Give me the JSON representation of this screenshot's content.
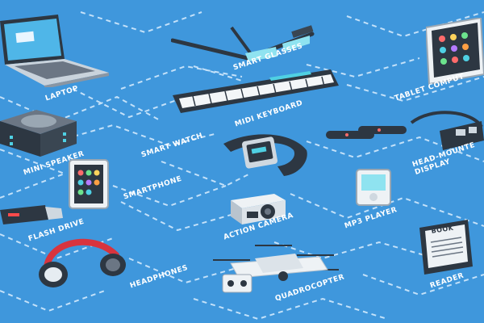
{
  "labels": {
    "laptop": "LAPTOP",
    "smart_glasses": "SMART GLASSES",
    "tablet_computer": "TABLET COMPUT",
    "midi_keyboard": "MIDI KEYBOARD",
    "mini_speaker": "MINI SPEAKER",
    "smart_watch": "SMART WATCH",
    "head_mounted_display_line1": "HEAD-MOUNTE",
    "head_mounted_display_line2": "DISPLAY",
    "smartphone": "SMARTPHONE",
    "action_camera": "ACTION CAMERA",
    "mp3_player": "MP3 PLAYER",
    "flash_drive": "FLASH DRIVE",
    "headphones": "HEADPHONES",
    "quadrocopter": "QUADROCOPTER",
    "reader": "READER",
    "ebook_screen_text": "BOOK"
  },
  "colors": {
    "background": "#3f97dc",
    "dash_lines": "#dbeeff",
    "label_text": "#ffffff",
    "device_dark": "#2d3742",
    "device_light": "#eef2f5",
    "screen_accent": "#4fd0e3",
    "headphone_red": "#d8343e"
  }
}
